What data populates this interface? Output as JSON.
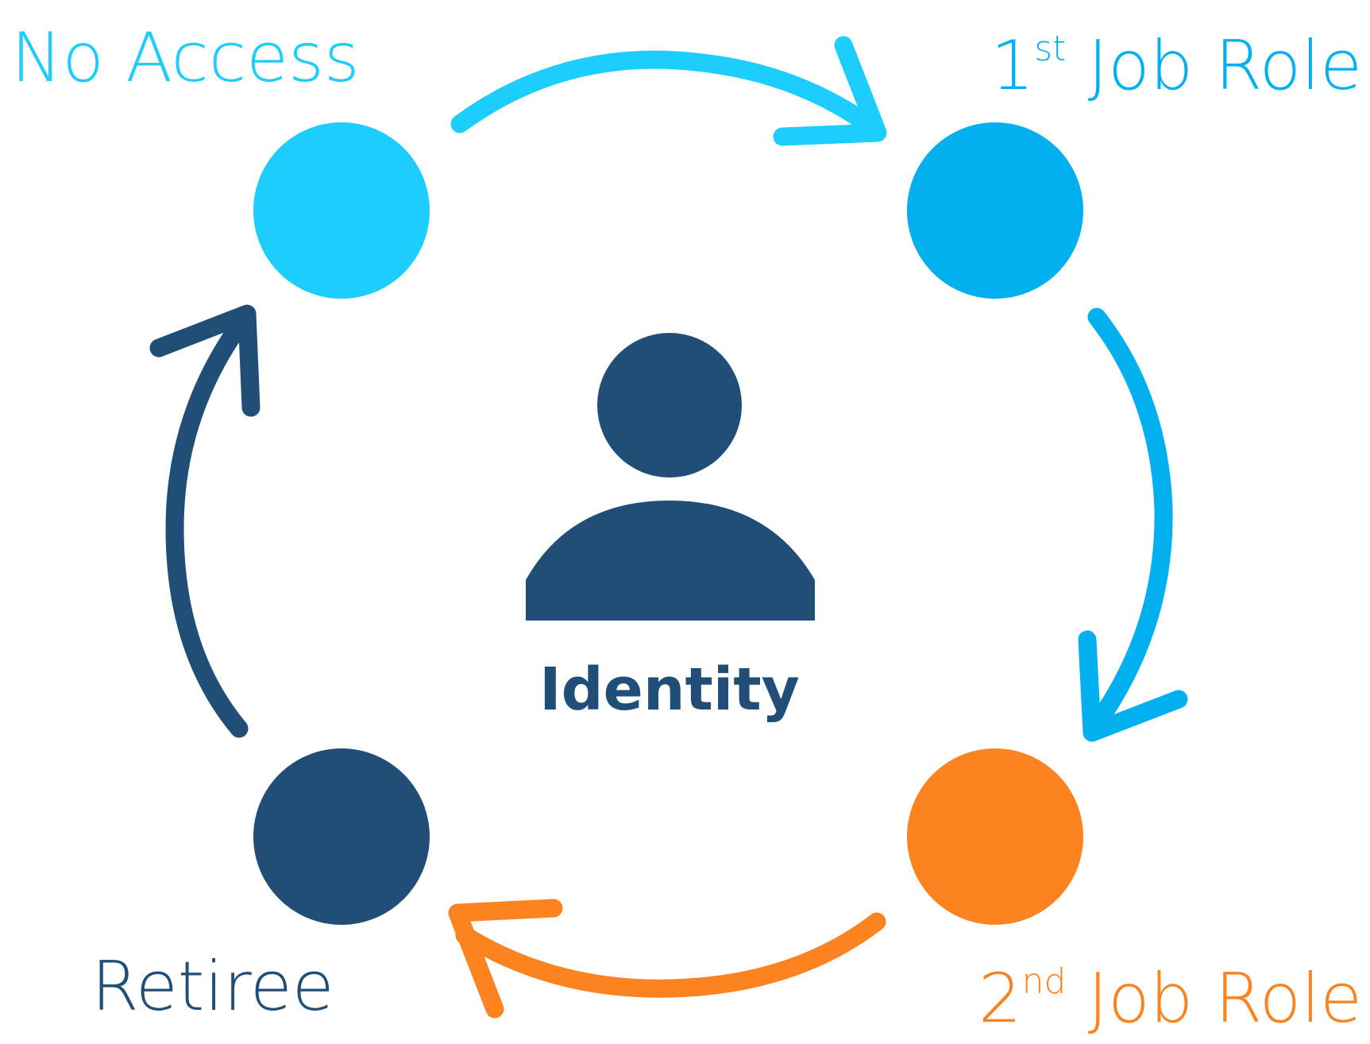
{
  "diagram": {
    "center": {
      "label": "Identity",
      "icon": "person-icon",
      "color": "#204e77"
    },
    "stages": [
      {
        "id": "no-access",
        "label": "No Access",
        "color": "#1dcdfe"
      },
      {
        "id": "first-job-role",
        "label": "1",
        "sup": "st",
        "suffix": " Job Role",
        "color": "#02b0f0"
      },
      {
        "id": "second-job-role",
        "label": "2",
        "sup": "nd",
        "suffix": " Job Role",
        "color": "#fd8220"
      },
      {
        "id": "retiree",
        "label": "Retiree",
        "color": "#204e77"
      }
    ],
    "transitions": [
      {
        "from": "no-access",
        "to": "first-job-role",
        "color": "#1dcdfe"
      },
      {
        "from": "first-job-role",
        "to": "second-job-role",
        "color": "#02b0f0"
      },
      {
        "from": "second-job-role",
        "to": "retiree",
        "color": "#fd8220"
      },
      {
        "from": "retiree",
        "to": "no-access",
        "color": "#204e77"
      }
    ]
  }
}
